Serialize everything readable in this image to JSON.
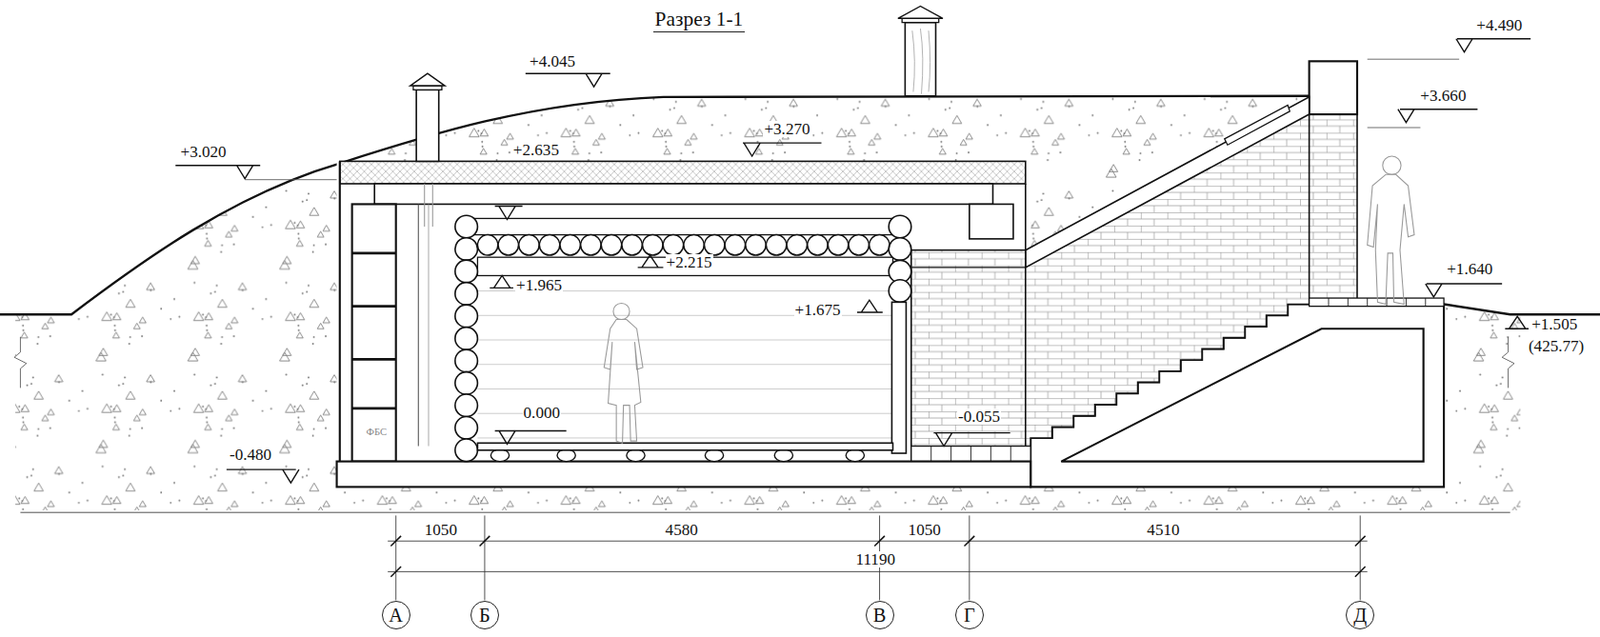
{
  "diagram": {
    "title": "Разрез 1-1",
    "nodes": [
      {
        "text": [
          "А"
        ]
      },
      {
        "text": [
          "Б"
        ]
      },
      {
        "text": [
          "В"
        ]
      },
      {
        "text": [
          "Г"
        ]
      },
      {
        "text": [
          "Д"
        ]
      }
    ],
    "labels": [
      "+4.045",
      "+3.020",
      "+2.635",
      "+3.270",
      "+4.490",
      "+3.660",
      "+2.215",
      "+1.965",
      "+1.675",
      "0.000",
      "-0.480",
      "-0.055",
      "+1.640",
      "+1.505",
      "(425.77)",
      "ФБС",
      "1050",
      "4580",
      "1050",
      "4510",
      "11190"
    ]
  }
}
